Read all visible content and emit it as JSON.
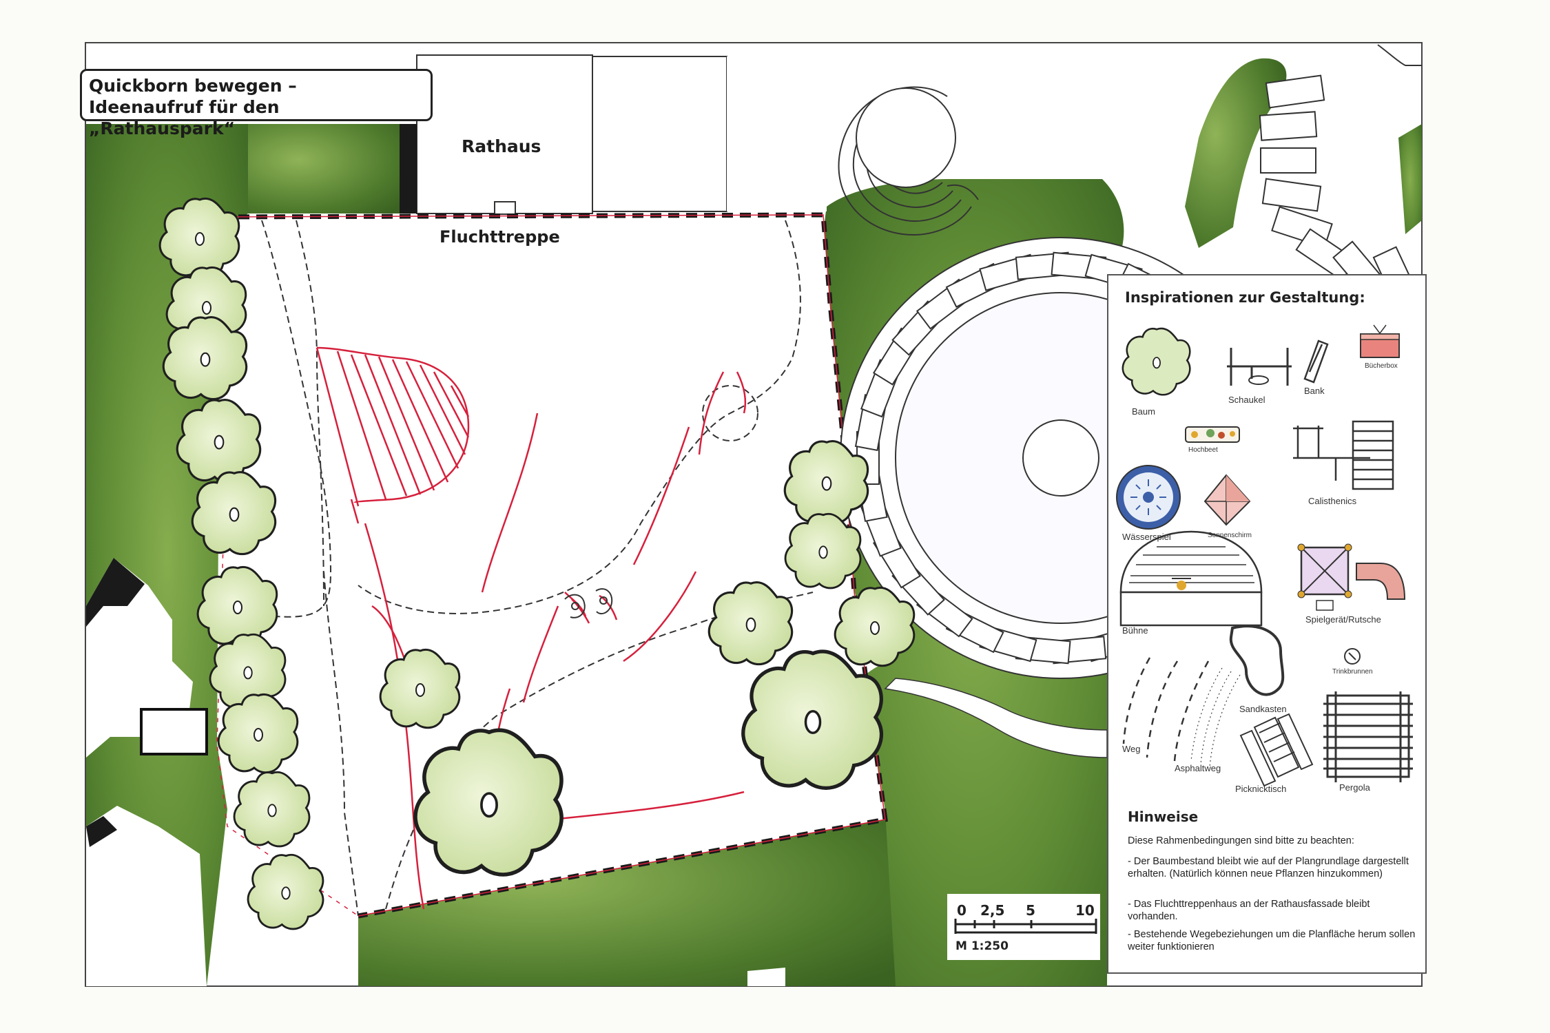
{
  "title": {
    "line1": "Quickborn bewegen –",
    "line2": "Ideenaufruf für den „Rathauspark“"
  },
  "map_labels": {
    "rathaus": "Rathaus",
    "fluchttreppe": "Fluchttreppe"
  },
  "legend": {
    "title": "Inspirationen zur Gestaltung:",
    "items": {
      "baum": "Baum",
      "schaukel": "Schaukel",
      "bank": "Bank",
      "buecherbox": "Bücherbox",
      "hochbeet": "Hochbeet",
      "calisthenics": "Calisthenics",
      "wasserspiel": "Wässerspiel",
      "sonnenschirm": "Sonnenschirm",
      "buehne": "Bühne",
      "spielgeraet": "Spielgerät/Rutsche",
      "trinkbrunnen": "Trinkbrunnen",
      "sandkasten": "Sandkasten",
      "weg": "Weg",
      "asphaltweg": "Asphaltweg",
      "picknicktisch": "Picknicktisch",
      "pergola": "Pergola"
    }
  },
  "hints": {
    "title": "Hinweise",
    "intro": "Diese Rahmenbedingungen sind bitte zu beachten:",
    "items": [
      "- Der Baumbestand bleibt wie auf der Plangrundlage dargestellt erhalten. (Natürlich können neue Pflanzen hinzukommen)",
      "- Das Fluchttreppenhaus an der Rathausfassade bleibt vorhanden.",
      "- Bestehende Wegebeziehungen um die Planfläche herum sollen weiter funktionieren"
    ]
  },
  "scale": {
    "ticks": [
      "0",
      "2,5",
      "5",
      "10"
    ],
    "ratio": "M 1:250"
  },
  "colors": {
    "grass": "#4f7a2e",
    "grass_light": "#7ea84a",
    "tree_fill": "#d9e8b8",
    "boundary": "#222222",
    "sketch_red": "#d6203c"
  }
}
